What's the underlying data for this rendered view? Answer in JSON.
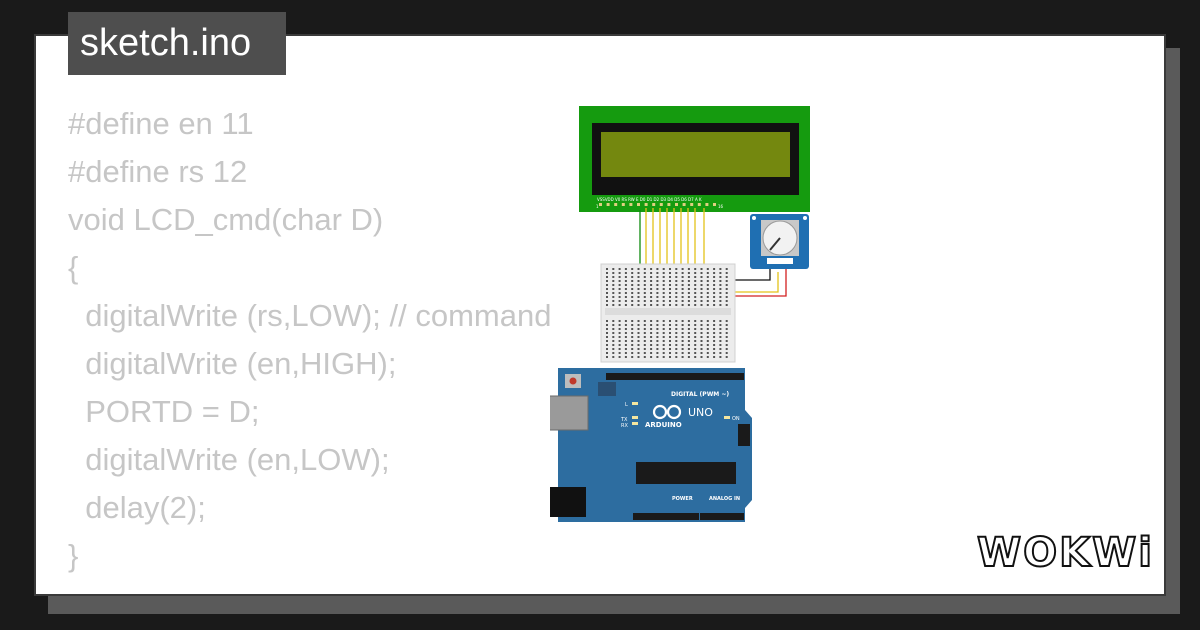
{
  "tab": {
    "filename": "sketch.ino"
  },
  "code": {
    "lines": [
      "#define en 11",
      "#define rs 12",
      "void LCD_cmd(char D)",
      "{",
      "  digitalWrite (rs,LOW); // command",
      "  digitalWrite (en,HIGH);",
      "  PORTD = D;",
      "  digitalWrite (en,LOW);",
      "  delay(2);",
      "}"
    ]
  },
  "circuit": {
    "lcd": {
      "pin_labels": "VSSVDD V0 RS RW E  D0 D1 D2 D3 D4 D5 D6 D7 A  K",
      "pin_start": "1",
      "pin_end": "16"
    },
    "arduino": {
      "brand": "ARDUINO",
      "model": "UNO",
      "digital_label": "DIGITAL (PWM ~)",
      "power_label": "POWER",
      "analog_label": "ANALOG IN",
      "led_l": "L",
      "led_tx": "TX",
      "led_rx": "RX",
      "led_on": "ON"
    }
  },
  "logo": {
    "text": "WOKWi"
  },
  "colors": {
    "background": "#1a1a1a",
    "card": "#ffffff",
    "tab": "#4e4e4e",
    "code": "#c6c6c6",
    "lcd_pcb": "#159b0f",
    "lcd_screen": "#74880f",
    "arduino": "#2d6da0",
    "potentiometer": "#1f6fb2"
  }
}
